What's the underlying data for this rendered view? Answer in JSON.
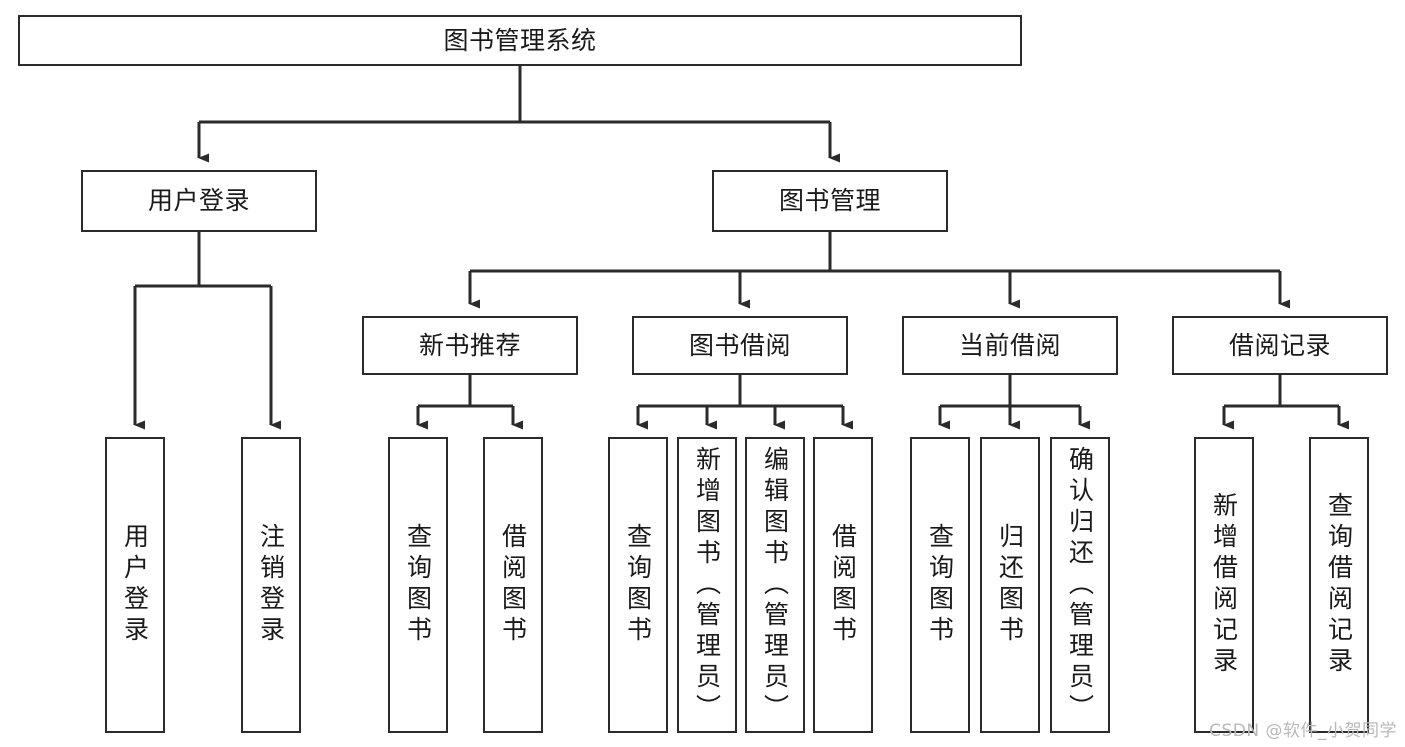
{
  "diagram": {
    "title": "图书管理系统",
    "type": "tree-hierarchy-chart",
    "colors": {
      "box_border": "#2b2b2b",
      "box_fill": "#ffffff",
      "edge": "#2b2b2b",
      "text": "#1a1a1a",
      "watermark": "#b9b9b9",
      "background": "#ffffff"
    },
    "root": {
      "label": "图书管理系统"
    },
    "level2": [
      {
        "label": "用户登录"
      },
      {
        "label": "图书管理"
      }
    ],
    "level3": [
      {
        "label": "新书推荐"
      },
      {
        "label": "图书借阅"
      },
      {
        "label": "当前借阅"
      },
      {
        "label": "借阅记录"
      }
    ],
    "leaves": {
      "user_login": [
        {
          "label": "用户登录"
        },
        {
          "label": "注销登录"
        }
      ],
      "new_book_recommend": [
        {
          "label": "查询图书"
        },
        {
          "label": "借阅图书"
        }
      ],
      "book_borrow": [
        {
          "label": "查询图书"
        },
        {
          "label": "新增图书（管理员）"
        },
        {
          "label": "编辑图书（管理员）"
        },
        {
          "label": "借阅图书"
        }
      ],
      "current_borrow": [
        {
          "label": "查询图书"
        },
        {
          "label": "归还图书"
        },
        {
          "label": "确认归还（管理员）"
        }
      ],
      "borrow_record": [
        {
          "label": "新增借阅记录"
        },
        {
          "label": "查询借阅记录"
        }
      ]
    },
    "watermark": "CSDN @软件_小贺同学"
  }
}
